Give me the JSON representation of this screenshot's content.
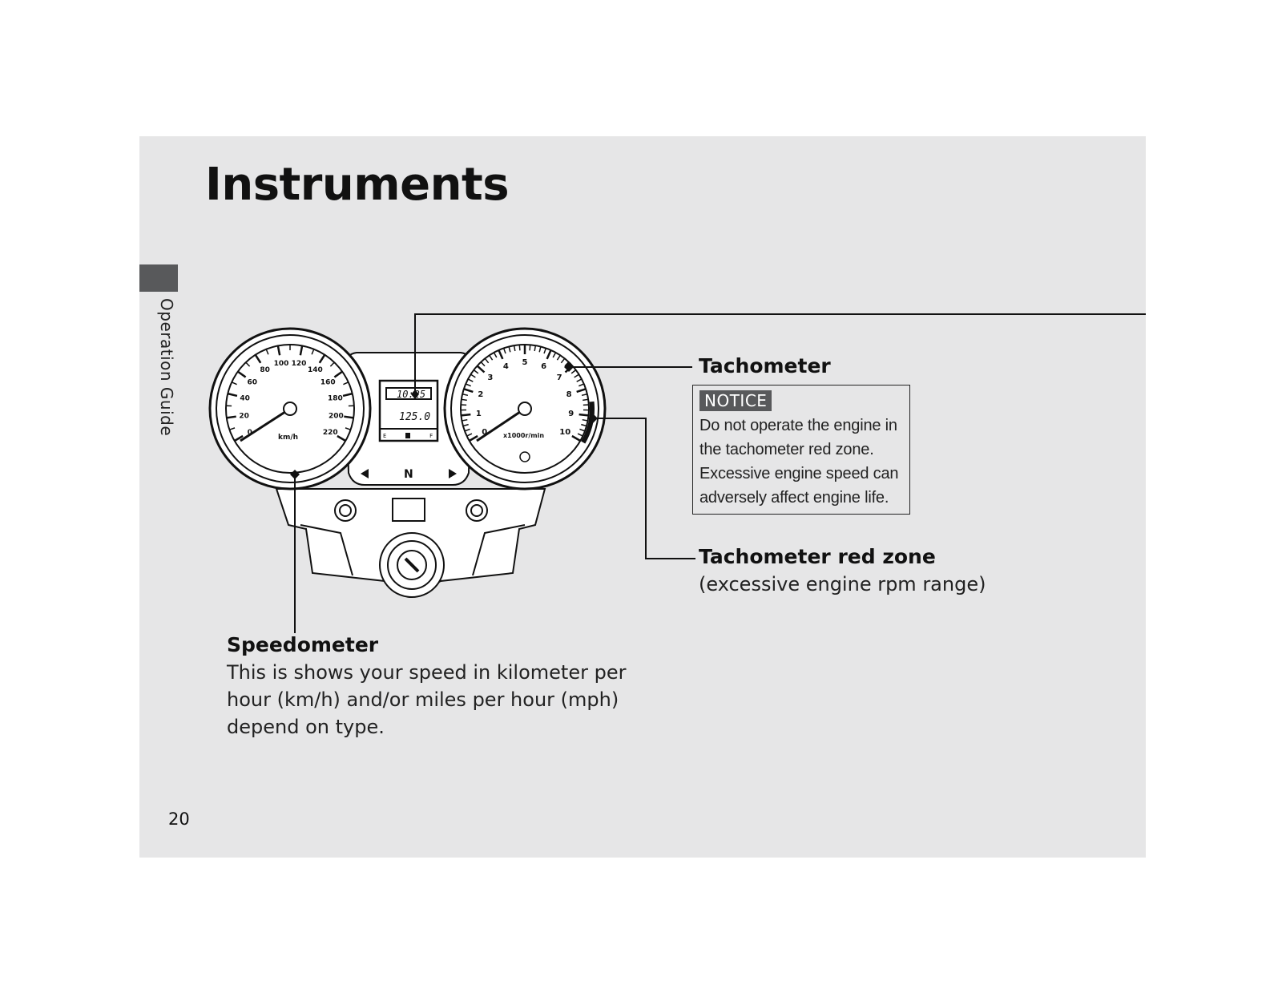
{
  "page": {
    "title": "Instruments",
    "section": "Operation Guide",
    "number": "20"
  },
  "tachometer": {
    "heading": "Tachometer",
    "notice_badge": "NOTICE",
    "notice_lines": [
      "Do not operate the engine in",
      "the tachometer red zone.",
      "Excessive engine speed can",
      "adversely affect engine life."
    ]
  },
  "red_zone": {
    "heading": "Tachometer red zone",
    "description": "(excessive engine rpm range)"
  },
  "speedometer": {
    "heading": "Speedometer",
    "lines": [
      "This is shows your speed in kilometer per",
      "hour (km/h) and/or miles per hour (mph)",
      "depend on type."
    ]
  },
  "gauges": {
    "speed_ticks": [
      "0",
      "20",
      "40",
      "60",
      "80",
      "100",
      "120",
      "140",
      "160",
      "180",
      "200",
      "220"
    ],
    "speed_unit": "km/h",
    "tach_ticks": [
      "0",
      "1",
      "2",
      "3",
      "4",
      "5",
      "6",
      "7",
      "8",
      "9",
      "10"
    ],
    "tach_unit": "x1000r/min",
    "clock": "10:25",
    "trip": "125.0",
    "fuel_e": "E",
    "fuel_f": "F",
    "neutral": "N"
  }
}
